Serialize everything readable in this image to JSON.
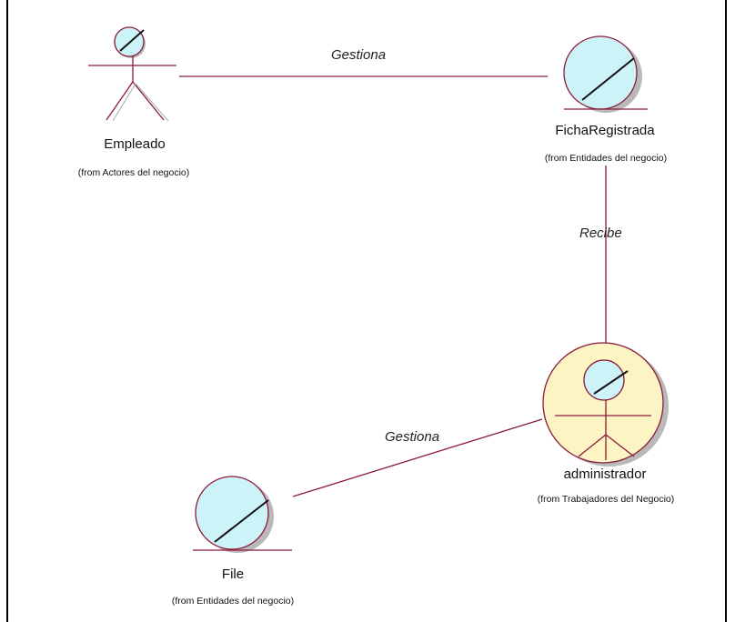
{
  "diagram": {
    "nodes": {
      "empleado": {
        "name": "Empleado",
        "from": "(from Actores del negocio)",
        "kind": "business-actor"
      },
      "ficha": {
        "name": "FichaRegistrada",
        "from": "(from Entidades del negocio)",
        "kind": "business-entity"
      },
      "administrador": {
        "name": "administrador",
        "from": "(from Trabajadores del Negocio)",
        "kind": "business-worker"
      },
      "file": {
        "name": "File",
        "from": "(from Entidades del negocio)",
        "kind": "business-entity"
      }
    },
    "associations": {
      "empleado_ficha": {
        "label": "Gestiona",
        "source": "Empleado",
        "target": "FichaRegistrada"
      },
      "ficha_admin": {
        "label": "Recibe",
        "source": "FichaRegistrada",
        "target": "administrador"
      },
      "admin_file": {
        "label": "Gestiona",
        "source": "administrador",
        "target": "File"
      }
    },
    "colors": {
      "line": "#8b1a3a",
      "entity_fill": "#ccf4f8",
      "worker_fill": "#fdf4c4",
      "shadow": "#b9b9b9"
    }
  }
}
